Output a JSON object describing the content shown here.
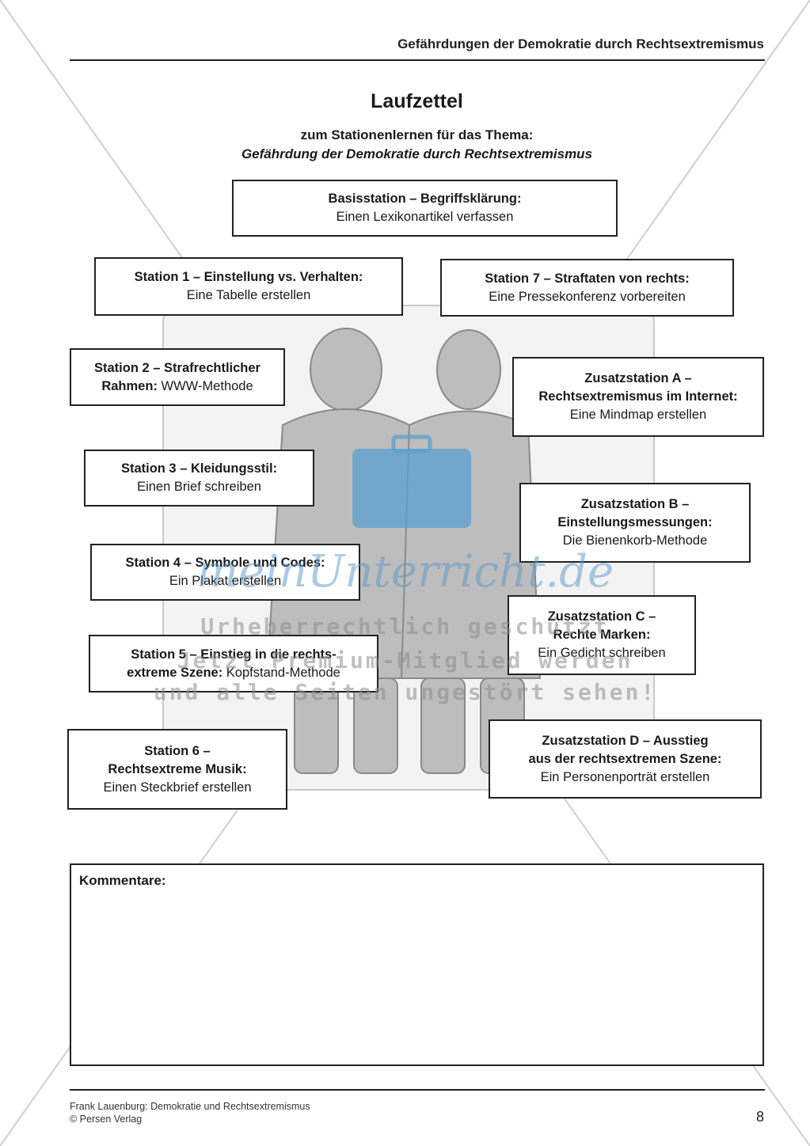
{
  "header": {
    "title": "Gefährdungen der Demokratie durch Rechtsextremismus"
  },
  "page": {
    "title": "Laufzettel",
    "subtitle": "zum Stationenlernen für das Thema:",
    "topic": "Gefährdung der Demokratie durch Rechtsextremismus"
  },
  "stations": {
    "basis": {
      "title": "Basisstation – Begriffsklärung:",
      "task": "Einen Lexikonartikel verfassen"
    },
    "s1": {
      "title": "Station 1 – Einstellung vs. Verhalten:",
      "task": "Eine Tabelle erstellen"
    },
    "s2": {
      "title": "Station 2 – Strafrechtlicher",
      "title2": "Rahmen:",
      "task": " WWW-Methode"
    },
    "s3": {
      "title": "Station 3 – Kleidungsstil:",
      "task": "Einen Brief schreiben"
    },
    "s4": {
      "title": "Station 4 – Symbole und Codes:",
      "task": "Ein Plakat erstellen"
    },
    "s5": {
      "title": "Station 5 – Einstieg in die rechts-",
      "title2": "extreme Szene:",
      "task": " Kopfstand-Methode"
    },
    "s6": {
      "title": "Station 6 –",
      "title2": "Rechtsextreme Musik:",
      "task": "Einen Steckbrief erstellen"
    },
    "s7": {
      "title": "Station 7 – Straftaten von rechts:",
      "task": "Eine Pressekonferenz vorbereiten"
    },
    "za": {
      "title": "Zusatzstation A –",
      "title2": "Rechtsextremismus im Internet:",
      "task": "Eine Mindmap erstellen"
    },
    "zb": {
      "title": "Zusatzstation B –",
      "title2": "Einstellungsmessungen:",
      "task": "Die Bienenkorb-Methode"
    },
    "zc": {
      "title": "Zusatzstation C –",
      "title2": "Rechte Marken:",
      "task": "Ein Gedicht schreiben"
    },
    "zd": {
      "title": "Zusatzstation D – Ausstieg",
      "title2": "aus der rechtsextremen Szene:",
      "task": "Ein Personenporträt erstellen"
    }
  },
  "comments": {
    "label": "Kommentare:"
  },
  "watermark": {
    "brand": "meinUnterricht.de",
    "line1": "Urheberrechtlich geschützt",
    "line2": "Jetzt Premium-Mitglied werden",
    "line3": "und alle Seiten ungestört sehen!"
  },
  "footer": {
    "author": "Frank Lauenburg: Demokratie und Rechtsextremismus",
    "publisher": "© Persen Verlag",
    "page_number": "8"
  }
}
